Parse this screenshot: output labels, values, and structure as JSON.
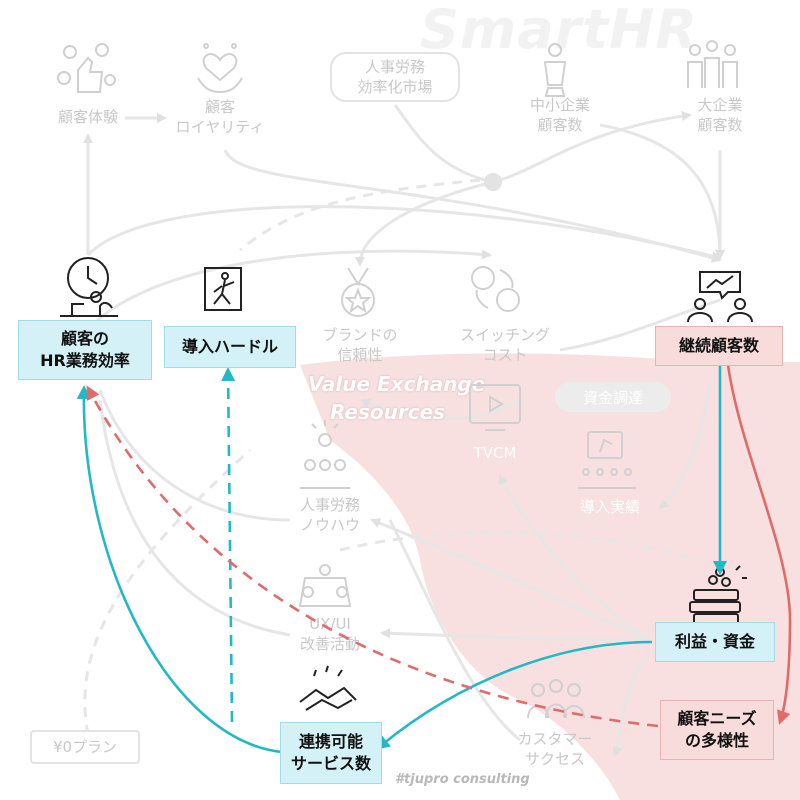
{
  "brand": {
    "logo": "SmartHR"
  },
  "watermarks": {
    "line1": "Value Exchange",
    "line2": "Resources",
    "footer": "#tjupro consulting"
  },
  "faded_nodes": {
    "customer_experience": "顧客体験",
    "customer_loyalty": "顧客\nロイヤリティ",
    "hr_market": "人事労務\n効率化市場",
    "smb_customers": "中小企業\n顧客数",
    "enterprise_customers": "大企業\n顧客数",
    "brand_trust": "ブランドの\n信頼性",
    "switching_cost": "スイッチング\nコスト",
    "fundraising": "資金調達",
    "tvcm": "TVCM",
    "adoption_record": "導入実績",
    "hr_knowhow": "人事労務\nノウハウ",
    "uxui": "UX/UI\n改善活動",
    "customer_success": "カスタマー\nサクセス",
    "free_plan": "¥0プラン"
  },
  "highlight_nodes": {
    "hr_efficiency": "顧客の\nHR業務効率",
    "adoption_hurdle": "導入ハードル",
    "continuing_customers": "継続顧客数",
    "profit_funds": "利益・資金",
    "customer_needs": "顧客ニーズ\nの多様性",
    "linked_services": "連携可能\nサービス数"
  },
  "colors": {
    "cyan": "#22b8c6",
    "red": "#e06b6b",
    "faded_line": "#e6e6e6",
    "pink_bg": "#f6d6d6"
  }
}
